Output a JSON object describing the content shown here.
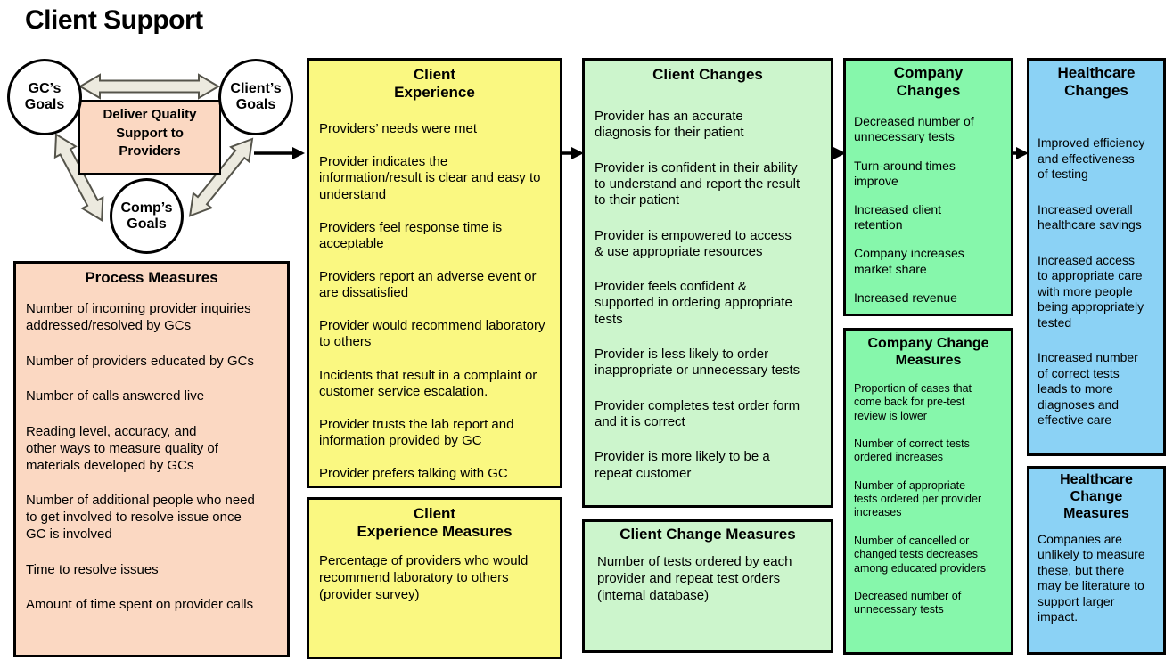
{
  "page_title": "Client Support",
  "colors": {
    "salmon": "#fbd8c2",
    "yellow": "#faf881",
    "light_green": "#ccf5cc",
    "bright_green": "#86f7ab",
    "blue": "#8bd2f5",
    "double_arrow_fill": "#eceadf",
    "double_arrow_outline": "#55544b",
    "flow_arrow": "#000000"
  },
  "goal_model": {
    "gc_circle": "GC’s\nGoals",
    "client_circle": "Client’s\nGoals",
    "comp_circle": "Comp’s\nGoals",
    "center_box": "Deliver Quality\nSupport to\nProviders"
  },
  "boxes": {
    "process_measures": {
      "title": "Process Measures",
      "items": [
        "Number of incoming provider inquiries\naddressed/resolved by GCs",
        "Number of providers educated by GCs",
        "Number of calls answered live",
        "Reading level, accuracy, and\nother ways to measure quality of\nmaterials developed by GCs",
        "Number of additional people who need\nto get involved to resolve issue once\nGC is involved",
        "Time to resolve issues",
        "Amount of time spent on provider calls"
      ]
    },
    "client_experience": {
      "title": "Client\nExperience",
      "items": [
        "Providers’ needs were met",
        "Provider indicates the\ninformation/result is clear and easy to\nunderstand",
        "Providers feel response time is\nacceptable",
        "Providers report an adverse event or\nare dissatisfied",
        "Provider would recommend laboratory\nto others",
        "Incidents that result in a complaint or\ncustomer service escalation.",
        "Provider trusts the lab report and\ninformation provided by GC",
        "Provider prefers talking with GC"
      ]
    },
    "client_experience_measures": {
      "title": "Client\nExperience Measures",
      "items": [
        "Percentage of providers who would\nrecommend laboratory to others\n(provider survey)"
      ]
    },
    "client_changes": {
      "title": "Client Changes",
      "items": [
        "Provider has an accurate\ndiagnosis for their patient",
        "Provider is confident in their ability\nto understand and report the result\nto their patient",
        "Provider is empowered to access\n& use appropriate resources",
        "Provider feels confident &\nsupported in ordering appropriate\ntests",
        "Provider is less likely to order\ninappropriate or unnecessary tests",
        "Provider completes test order form\nand it is correct",
        "Provider is more likely to be a\nrepeat customer"
      ]
    },
    "client_change_measures": {
      "title": "Client Change Measures",
      "items": [
        "Number of tests ordered by each\nprovider and repeat test orders\n(internal database)"
      ]
    },
    "company_changes": {
      "title": "Company\nChanges",
      "items": [
        "Decreased number of\nunnecessary tests",
        "Turn-around times\nimprove",
        "Increased client\nretention",
        "Company increases\nmarket share",
        "Increased revenue"
      ]
    },
    "company_change_measures": {
      "title": "Company Change\nMeasures",
      "items": [
        "Proportion of cases that\ncome back for pre-test\nreview is lower",
        "Number of correct tests\nordered increases",
        "Number of appropriate\ntests ordered per provider\nincreases",
        "Number of cancelled or\nchanged tests decreases\namong educated providers",
        "Decreased number of\nunnecessary tests"
      ]
    },
    "healthcare_changes": {
      "title": "Healthcare\nChanges",
      "items": [
        "Improved efficiency\nand effectiveness\nof testing",
        "Increased overall\nhealthcare savings",
        "Increased access\nto appropriate care\nwith more people\nbeing appropriately\ntested",
        "Increased number\nof correct tests\nleads to more\ndiagnoses and\neffective care"
      ]
    },
    "healthcare_change_measures": {
      "title": "Healthcare\nChange\nMeasures",
      "items": [
        "Companies are\nunlikely to measure\nthese, but there\nmay be literature to\nsupport larger\nimpact."
      ]
    }
  }
}
